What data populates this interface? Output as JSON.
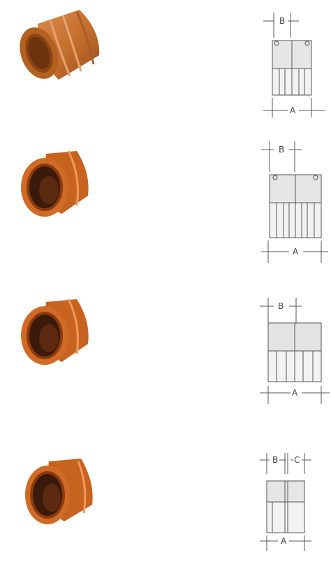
{
  "products": [
    {
      "photo_icon": "coupler-photo-ribbed",
      "labels": {
        "a": "A",
        "b": "B"
      }
    },
    {
      "photo_icon": "coupler-photo-double-socket",
      "labels": {
        "a": "A",
        "b": "B"
      }
    },
    {
      "photo_icon": "coupler-photo-double-socket",
      "labels": {
        "a": "A",
        "b": "B"
      }
    },
    {
      "photo_icon": "coupler-photo-slip",
      "labels": {
        "a": "A",
        "b": "B",
        "c": "C"
      }
    }
  ],
  "colors": {
    "pipe_orange": "#c8621f",
    "pipe_dark": "#8a3a0c",
    "pipe_highlight": "#ee9a5d",
    "line": "#555555"
  }
}
